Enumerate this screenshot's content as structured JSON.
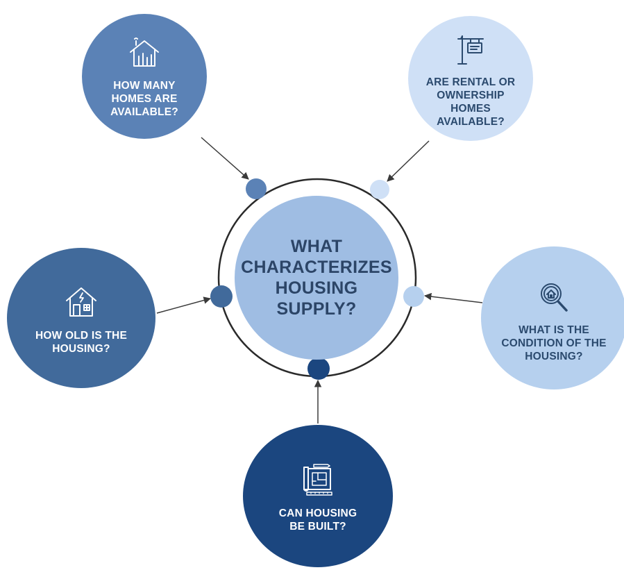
{
  "diagram": {
    "center": {
      "text": "WHAT\nCHARACTERIZES\nHOUSING\nSUPPLY?",
      "fill": "#9fbde3",
      "ring_color": "#2a2a2a"
    },
    "nodes": [
      {
        "id": "homes-available",
        "label": "HOW MANY\nHOMES ARE\nAVAILABLE?",
        "icon": "house-chart-icon",
        "fill": "#5b82b6",
        "connector_color": "#5b82b6"
      },
      {
        "id": "rental-ownership",
        "label": "ARE RENTAL OR\nOWNERSHIP\nHOMES\nAVAILABLE?",
        "icon": "signpost-icon",
        "fill": "#cfe0f6",
        "connector_color": "#cfe0f6"
      },
      {
        "id": "housing-age",
        "label": "HOW OLD IS THE\nHOUSING?",
        "icon": "house-lightning-icon",
        "fill": "#416a9b",
        "connector_color": "#416a9b"
      },
      {
        "id": "housing-condition",
        "label": "WHAT IS THE\nCONDITION OF THE\nHOUSING?",
        "icon": "magnifier-house-icon",
        "fill": "#b6d0ee",
        "connector_color": "#b6d0ee"
      },
      {
        "id": "can-be-built",
        "label": "CAN HOUSING\nBE BUILT?",
        "icon": "blueprint-icon",
        "fill": "#1b467f",
        "connector_color": "#1b467f"
      }
    ],
    "arrow_color": "#3a3a3a"
  }
}
